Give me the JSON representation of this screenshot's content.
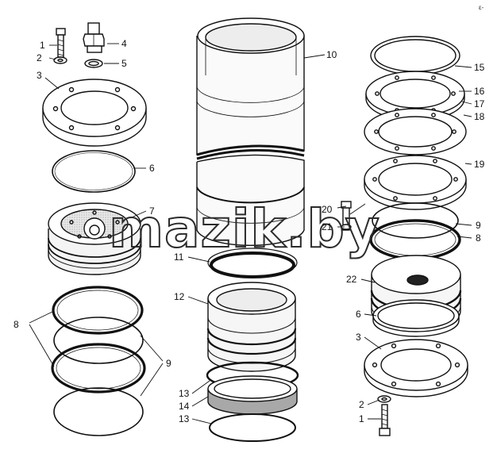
{
  "watermark": "mazik.by",
  "corner_mark": "ε-",
  "callouts": [
    {
      "id": "l1a",
      "text": "1"
    },
    {
      "id": "l2a",
      "text": "2"
    },
    {
      "id": "l3a",
      "text": "3"
    },
    {
      "id": "l4",
      "text": "4"
    },
    {
      "id": "l5",
      "text": "5"
    },
    {
      "id": "l6a",
      "text": "6"
    },
    {
      "id": "l7",
      "text": "7"
    },
    {
      "id": "l8a",
      "text": "8"
    },
    {
      "id": "l9a",
      "text": "9"
    },
    {
      "id": "l10",
      "text": "10"
    },
    {
      "id": "l11",
      "text": "11"
    },
    {
      "id": "l12",
      "text": "12"
    },
    {
      "id": "l13a",
      "text": "13"
    },
    {
      "id": "l14",
      "text": "14"
    },
    {
      "id": "l13b",
      "text": "13"
    },
    {
      "id": "l15",
      "text": "15"
    },
    {
      "id": "l16",
      "text": "16"
    },
    {
      "id": "l17",
      "text": "17"
    },
    {
      "id": "l18",
      "text": "18"
    },
    {
      "id": "l19",
      "text": "19"
    },
    {
      "id": "l20",
      "text": "20"
    },
    {
      "id": "l21",
      "text": "21"
    },
    {
      "id": "l9b",
      "text": "9"
    },
    {
      "id": "l8b",
      "text": "8"
    },
    {
      "id": "l22",
      "text": "22"
    },
    {
      "id": "l6b",
      "text": "6"
    },
    {
      "id": "l3b",
      "text": "3"
    },
    {
      "id": "l2b",
      "text": "2"
    },
    {
      "id": "l1b",
      "text": "1"
    }
  ]
}
